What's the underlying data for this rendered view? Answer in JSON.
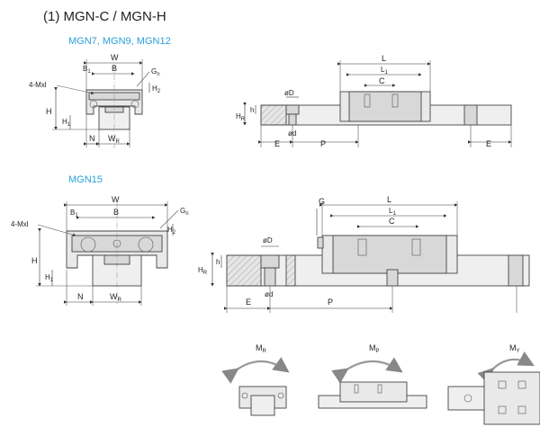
{
  "heading": "(1) MGN-C / MGN-H",
  "sections": [
    {
      "model": "MGN7, MGN9, MGN12"
    },
    {
      "model": "MGN15"
    }
  ],
  "labels": {
    "W": "W",
    "B": "B",
    "B1": "B",
    "B1_sub": "1",
    "Gn": "G",
    "Gn_sub": "n",
    "H": "H",
    "H1": "H",
    "H1_sub": "1",
    "H2": "H",
    "H2_sub": "2",
    "N": "N",
    "WR": "W",
    "WR_sub": "R",
    "M": "4-Mxl",
    "L": "L",
    "L1": "L",
    "L1_sub": "1",
    "C": "C",
    "D": "øD",
    "d": "ød",
    "h": "h",
    "HR": "H",
    "HR_sub": "R",
    "E": "E",
    "P": "P",
    "G": "G"
  },
  "moments": [
    {
      "name": "M",
      "sub": "R"
    },
    {
      "name": "M",
      "sub": "P"
    },
    {
      "name": "M",
      "sub": "Y"
    }
  ],
  "colors": {
    "accent": "#2aa0d8",
    "line": "#444444",
    "fill": "#e9e9e9"
  }
}
